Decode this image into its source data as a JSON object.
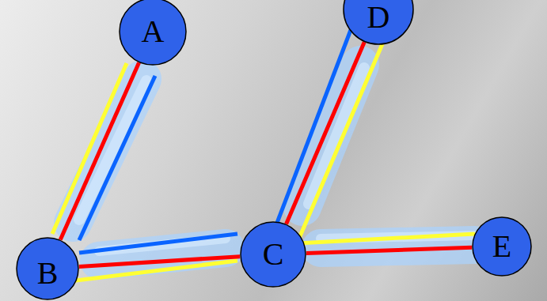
{
  "diagram": {
    "nodes": [
      {
        "text": [
          "A"
        ]
      },
      {
        "text": [
          "B"
        ]
      },
      {
        "text": [
          "C"
        ]
      },
      {
        "text": [
          "D"
        ]
      },
      {
        "text": [
          "E"
        ]
      }
    ],
    "edges": [
      {
        "from": 0,
        "to": 1,
        "arrow": "none"
      },
      {
        "from": 1,
        "to": 2,
        "arrow": "none"
      },
      {
        "from": 2,
        "to": 3,
        "arrow": "none"
      },
      {
        "from": 2,
        "to": 4,
        "arrow": "none"
      }
    ]
  }
}
